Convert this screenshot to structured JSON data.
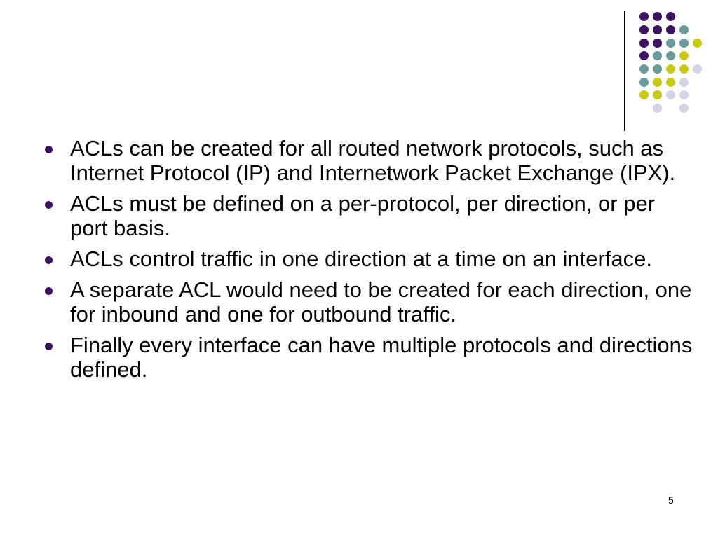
{
  "slide": {
    "bullets": [
      {
        "text": "ACLs can be created for all routed network protocols, such as Internet Protocol (IP) and Internetwork Packet Exchange (IPX)."
      },
      {
        "text": "ACLs must be defined on a per-protocol, per direction, or per port basis."
      },
      {
        "text": "ACLs control traffic in one direction at a time on an interface."
      },
      {
        "text": "A separate ACL would need to be created for each direction, one for inbound and one for outbound traffic."
      },
      {
        "text": "Finally every interface can have multiple protocols and directions defined."
      }
    ],
    "page_number": "5"
  },
  "colors": {
    "purple": "#3c1361",
    "teal": "#6b9a9a",
    "yellow": "#c9c918",
    "lavender": "#d4d4e6",
    "bullet": "#3c1361"
  }
}
